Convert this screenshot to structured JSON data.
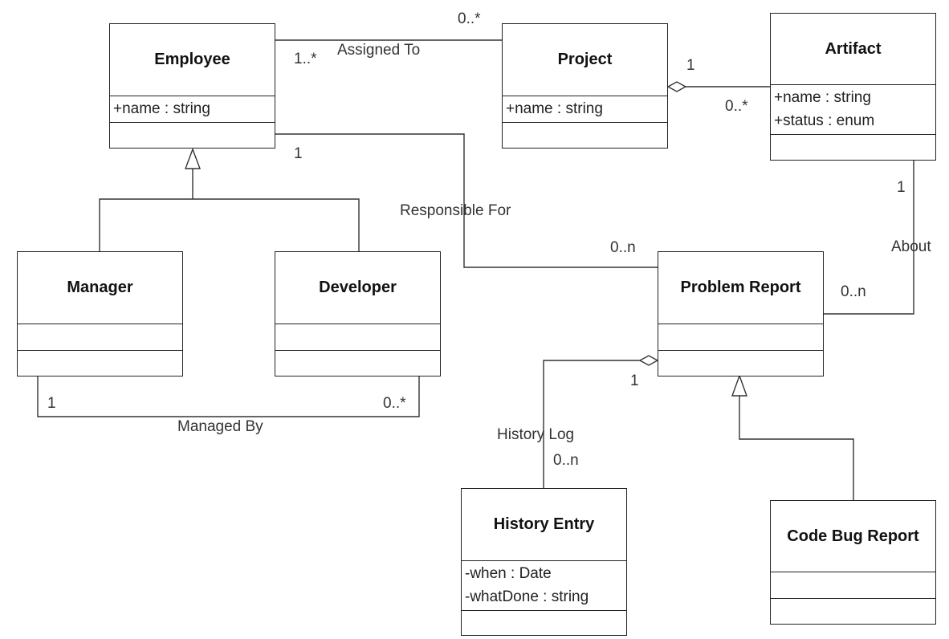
{
  "classes": {
    "employee": {
      "name": "Employee",
      "attributes": [
        "+name : string"
      ]
    },
    "project": {
      "name": "Project",
      "attributes": [
        "+name : string"
      ]
    },
    "artifact": {
      "name": "Artifact",
      "attributes": [
        "+name : string",
        "+status : enum"
      ]
    },
    "manager": {
      "name": "Manager",
      "attributes": []
    },
    "developer": {
      "name": "Developer",
      "attributes": []
    },
    "problem_report": {
      "name": "Problem Report",
      "attributes": []
    },
    "history_entry": {
      "name": "History Entry",
      "attributes": [
        "-when : Date",
        "-whatDone : string"
      ]
    },
    "code_bug_report": {
      "name": "Code Bug Report",
      "attributes": []
    }
  },
  "associations": {
    "assigned_to": {
      "label": "Assigned To",
      "employee_mult": "1..*",
      "project_mult": "0..*"
    },
    "project_artifact": {
      "project_mult": "1",
      "artifact_mult": "0..*"
    },
    "responsible_for": {
      "label": "Responsible For",
      "employee_mult": "1",
      "report_mult": "0..n"
    },
    "about": {
      "label": "About",
      "artifact_mult": "1",
      "report_mult": "0..n"
    },
    "managed_by": {
      "label": "Managed By",
      "manager_mult": "1",
      "developer_mult": "0..*"
    },
    "history_log": {
      "label": "History Log",
      "report_mult": "1",
      "entry_mult": "0..n"
    }
  }
}
